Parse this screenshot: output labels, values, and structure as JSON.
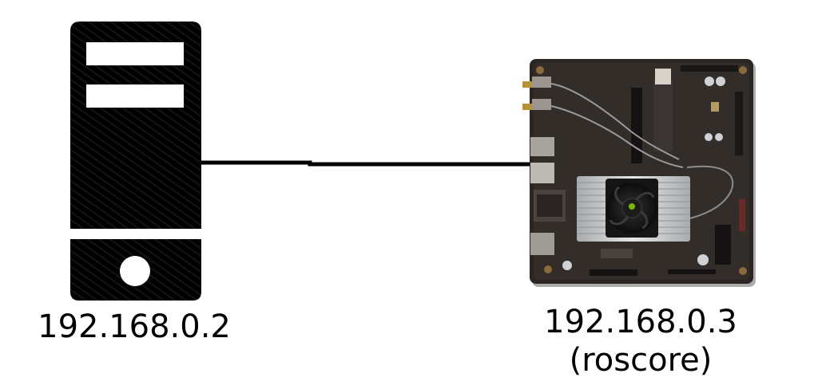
{
  "nodes": [
    {
      "id": "desktop-pc",
      "icon": "desktop-tower-icon",
      "ip": "192.168.0.2"
    },
    {
      "id": "jetson-board",
      "icon": "embedded-board-image",
      "ip": "192.168.0.3",
      "role": "(roscore)"
    }
  ],
  "connection": {
    "from": "desktop-pc",
    "to": "jetson-board",
    "type": "wired-link"
  },
  "colors": {
    "line": "#000000",
    "tower": "#000000",
    "pcb": "#2b2624",
    "heatsink": "#c9cbcc",
    "fan": "#1a1a1a",
    "accent": "#76b900"
  }
}
